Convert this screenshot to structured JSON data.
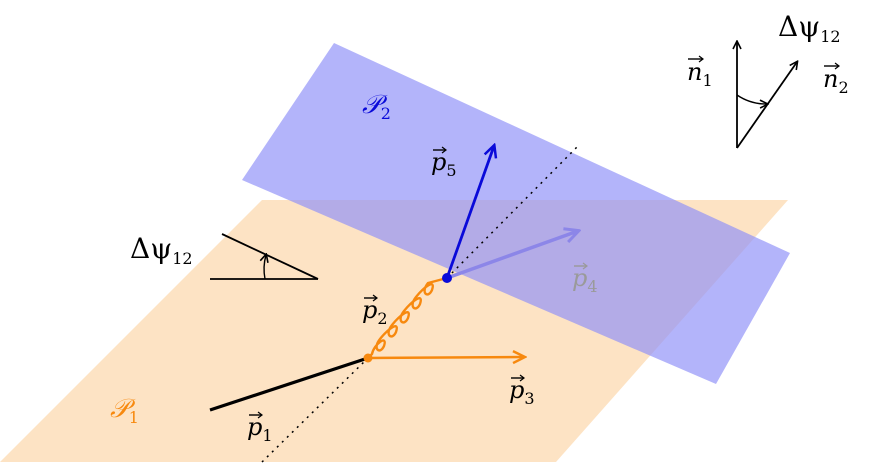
{
  "labels": {
    "plane1": {
      "main": "𝒫",
      "sub": "1"
    },
    "plane2": {
      "main": "𝒫",
      "sub": "2"
    },
    "p1": {
      "main": "p",
      "sub": "1"
    },
    "p2": {
      "main": "p",
      "sub": "2"
    },
    "p3": {
      "main": "p",
      "sub": "3"
    },
    "p4": {
      "main": "p",
      "sub": "4"
    },
    "p5": {
      "main": "p",
      "sub": "5"
    },
    "n1": {
      "main": "n",
      "sub": "1"
    },
    "n2": {
      "main": "n",
      "sub": "2"
    },
    "delta_psi_left": {
      "main": "Δψ",
      "sub": "12"
    },
    "delta_psi_right": {
      "main": "Δψ",
      "sub": "12"
    }
  },
  "colors": {
    "plane1_fill": "#fde3c4",
    "plane2_fill": "#8f90f7",
    "orange": "#f7890f",
    "blue": "#0a0ad9",
    "p4_arrow": "#8c86e8",
    "p4_label": "#9a9a9a",
    "black": "#000000"
  }
}
